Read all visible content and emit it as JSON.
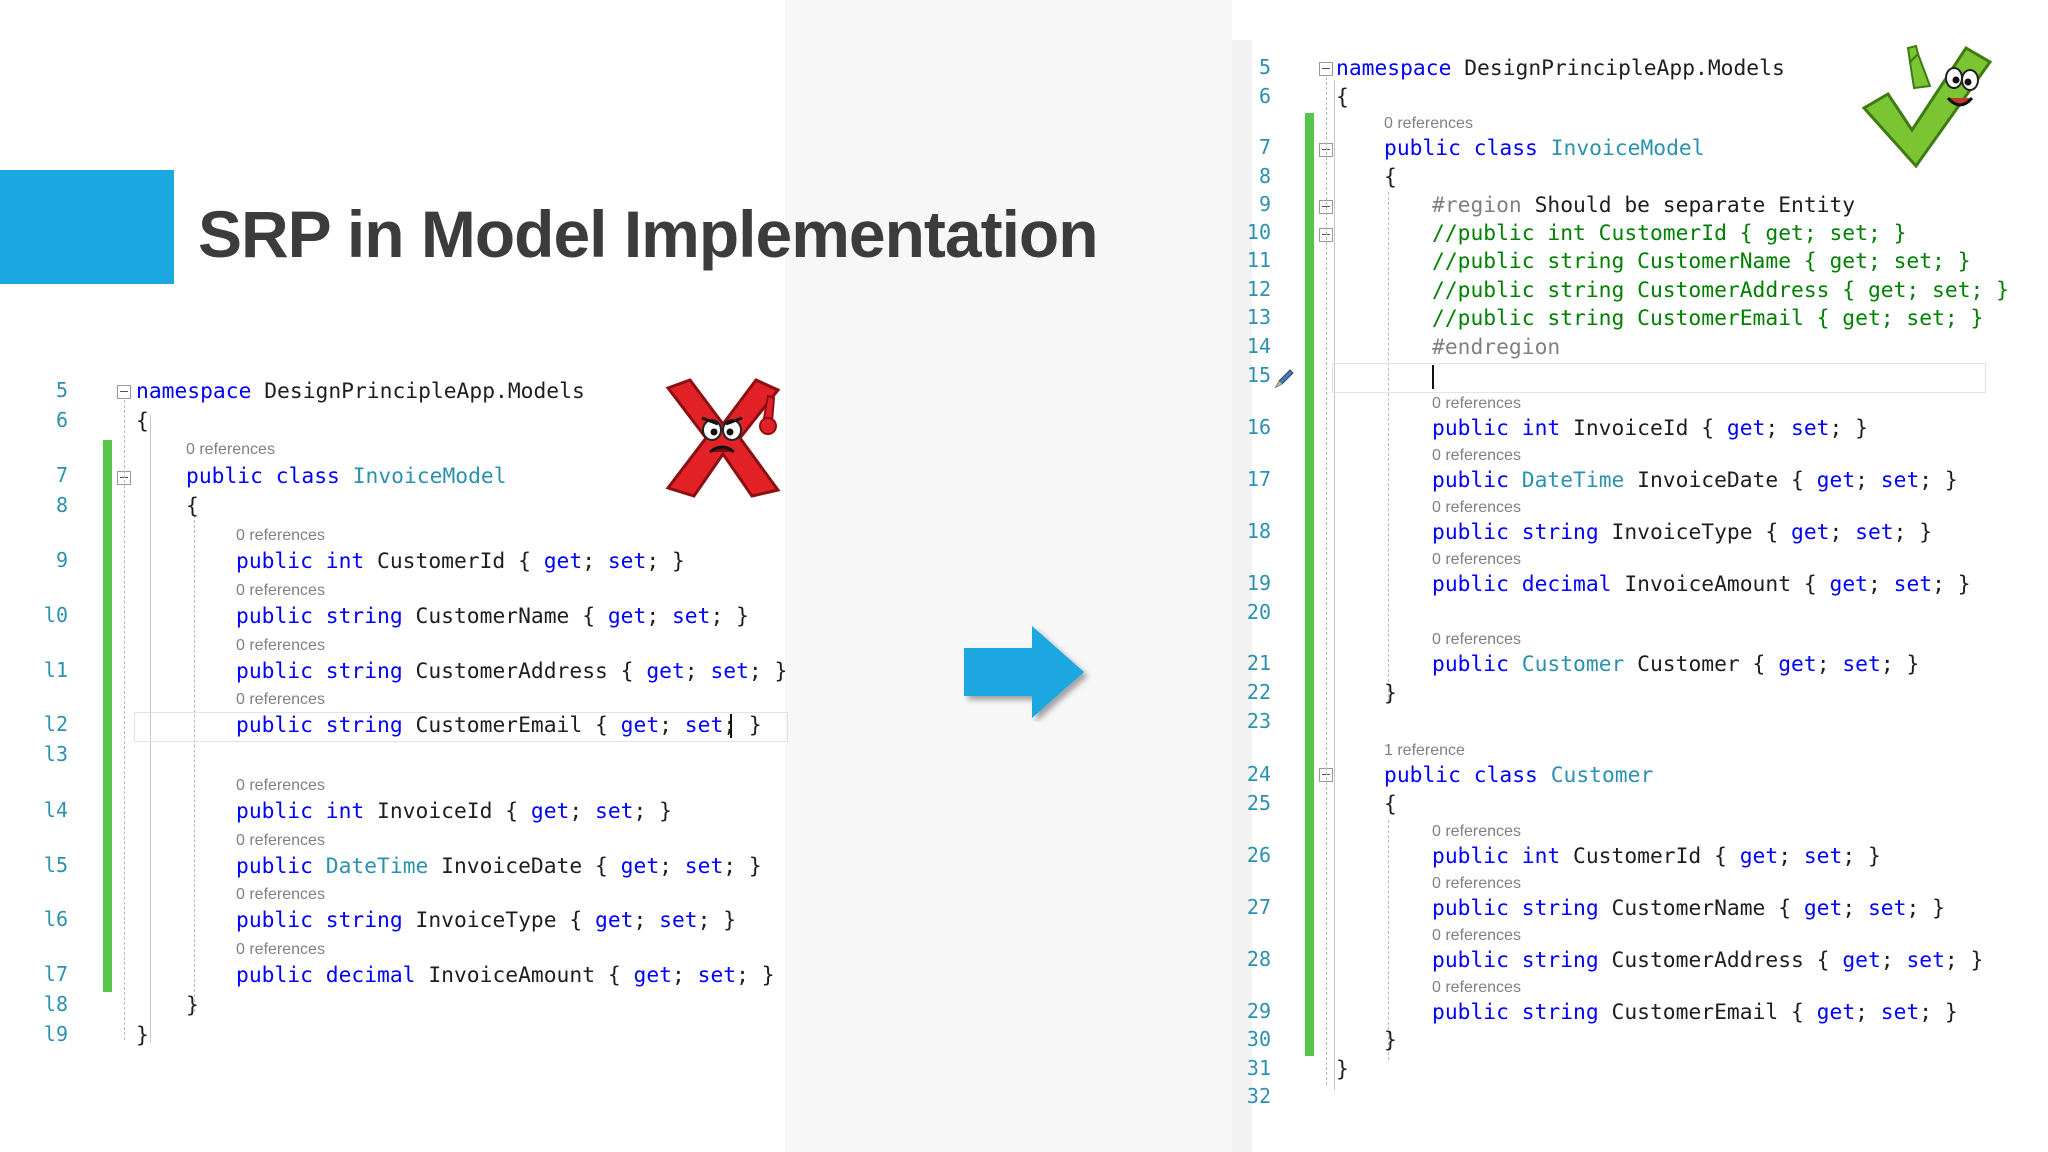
{
  "slide": {
    "title": "SRP in Model Implementation",
    "accent_color": "#1ba7e0"
  },
  "left_panel": {
    "icon": "red-x-cartoon-icon",
    "line_numbers": [
      "5",
      "6",
      "7",
      "8",
      "9",
      "l0",
      "l1",
      "l2",
      "l3",
      "l4",
      "l5",
      "l6",
      "l7",
      "l8",
      "l9"
    ],
    "refs": [
      "0 references",
      "0 references",
      "0 references",
      "0 references",
      "0 references",
      "0 references",
      "0 references",
      "0 references",
      "0 references"
    ],
    "code": {
      "l5_kw": "namespace",
      "l5_rest": " DesignPrincipleApp.Models",
      "l6": "{",
      "l7_kw": "public class",
      "l7_type": "InvoiceModel",
      "l8": "{",
      "l9_kw": "public int",
      "l9_rest": " CustomerId { ",
      "l9_get": "get",
      "l9_mid": "; ",
      "l9_set": "set",
      "l9_end": "; }",
      "l10_kw": "public string",
      "l10_rest": " CustomerName { ",
      "l10_get": "get",
      "l10_mid": "; ",
      "l10_set": "set",
      "l10_end": "; }",
      "l11_kw": "public string",
      "l11_rest": " CustomerAddress { ",
      "l11_get": "get",
      "l11_mid": "; ",
      "l11_set": "set",
      "l11_end": "; }",
      "l12_kw": "public string",
      "l12_rest": " CustomerEmail { ",
      "l12_get": "get",
      "l12_mid": "; ",
      "l12_set": "set",
      "l12_end": "; }",
      "l14_kw": "public int",
      "l14_rest": " InvoiceId { ",
      "l14_get": "get",
      "l14_mid": "; ",
      "l14_set": "set",
      "l14_end": "; }",
      "l15_kw": "public",
      "l15_type": "DateTime",
      "l15_rest": " InvoiceDate { ",
      "l15_get": "get",
      "l15_mid": "; ",
      "l15_set": "set",
      "l15_end": "; }",
      "l16_kw": "public string",
      "l16_rest": " InvoiceType { ",
      "l16_get": "get",
      "l16_mid": "; ",
      "l16_set": "set",
      "l16_end": "; }",
      "l17_kw": "public decimal",
      "l17_rest": " InvoiceAmount { ",
      "l17_get": "get",
      "l17_mid": "; ",
      "l17_set": "set",
      "l17_end": "; }",
      "l18": "}",
      "l19": "}"
    }
  },
  "arrow": {
    "icon": "right-arrow-icon",
    "color": "#1ba7e0"
  },
  "right_panel": {
    "icon": "green-check-cartoon-icon",
    "line_numbers": [
      "5",
      "6",
      "7",
      "8",
      "9",
      "10",
      "11",
      "12",
      "13",
      "14",
      "15",
      "16",
      "17",
      "18",
      "19",
      "20",
      "21",
      "22",
      "23",
      "24",
      "25",
      "26",
      "27",
      "28",
      "29",
      "30",
      "31",
      "32"
    ],
    "refs": [
      "0 references",
      "0 references",
      "0 references",
      "0 references",
      "0 references",
      "0 references",
      "1 reference",
      "0 references",
      "0 references",
      "0 references",
      "0 references"
    ],
    "code": {
      "l5_kw": "namespace",
      "l5_rest": " DesignPrincipleApp.Models",
      "l6": "{",
      "l7_kw": "public class",
      "l7_type": "InvoiceModel",
      "l8": "{",
      "l9_region": "#region",
      "l9_rest": " Should be separate Entity",
      "l10": "//public int CustomerId { get; set; }",
      "l11": "//public string CustomerName { get; set; }",
      "l12": "//public string CustomerAddress { get; set; }",
      "l13": "//public string CustomerEmail { get; set; }",
      "l14": "#endregion",
      "l16_kw": "public int",
      "l16_rest": " InvoiceId { ",
      "l16_get": "get",
      "l16_mid": "; ",
      "l16_set": "set",
      "l16_end": "; }",
      "l17_kw": "public",
      "l17_type": "DateTime",
      "l17_rest": " InvoiceDate { ",
      "l17_get": "get",
      "l17_mid": "; ",
      "l17_set": "set",
      "l17_end": "; }",
      "l18_kw": "public string",
      "l18_rest": " InvoiceType { ",
      "l18_get": "get",
      "l18_mid": "; ",
      "l18_set": "set",
      "l18_end": "; }",
      "l19_kw": "public decimal",
      "l19_rest": " InvoiceAmount { ",
      "l19_get": "get",
      "l19_mid": "; ",
      "l19_set": "set",
      "l19_end": "; }",
      "l21_kw": "public",
      "l21_type": "Customer",
      "l21_rest": " Customer { ",
      "l21_get": "get",
      "l21_mid": "; ",
      "l21_set": "set",
      "l21_end": "; }",
      "l22": "}",
      "l24_kw": "public class",
      "l24_type": "Customer",
      "l25": "{",
      "l26_kw": "public int",
      "l26_rest": " CustomerId { ",
      "l26_get": "get",
      "l26_mid": "; ",
      "l26_set": "set",
      "l26_end": "; }",
      "l27_kw": "public string",
      "l27_rest": " CustomerName { ",
      "l27_get": "get",
      "l27_mid": "; ",
      "l27_set": "set",
      "l27_end": "; }",
      "l28_kw": "public string",
      "l28_rest": " CustomerAddress { ",
      "l28_get": "get",
      "l28_mid": "; ",
      "l28_set": "set",
      "l28_end": "; }",
      "l29_kw": "public string",
      "l29_rest": " CustomerEmail { ",
      "l29_get": "get",
      "l29_mid": "; ",
      "l29_set": "set",
      "l29_end": "; }",
      "l30": "}",
      "l31": "}"
    }
  }
}
